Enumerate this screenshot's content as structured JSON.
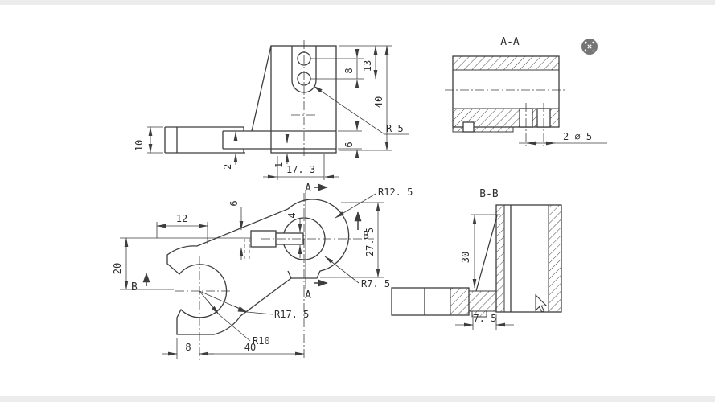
{
  "page": {
    "background": "#ffffff",
    "letterbox_color": "#ececec"
  },
  "drawing": {
    "line_color": "#3d3d3d",
    "front_view": {
      "dims": {
        "d10": "10",
        "d2": "2",
        "d1": "1",
        "d6": "6",
        "d8": "8",
        "d13": "13",
        "d40": "40",
        "r5": "R 5",
        "d17_3": "17. 3"
      }
    },
    "plan_view": {
      "markers": {
        "a_top": "A",
        "a_bottom": "A",
        "b_left": "B",
        "b_right": "B"
      },
      "dims": {
        "d12": "12",
        "d20": "20",
        "d6": "6",
        "d4": "4",
        "d27_5": "27. 5",
        "d8": "8",
        "d40": "40",
        "r12_5": "R12. 5",
        "r7_5": "R7. 5",
        "r17_5": "R17. 5",
        "r10": "R10"
      }
    },
    "section_aa": {
      "title": "A-A",
      "hole_note": "2-∅ 5"
    },
    "section_bb": {
      "title": "B-B",
      "dims": {
        "d30": "30",
        "d7_5": "7. 5"
      }
    }
  },
  "watermark": {
    "color": "#757575"
  }
}
